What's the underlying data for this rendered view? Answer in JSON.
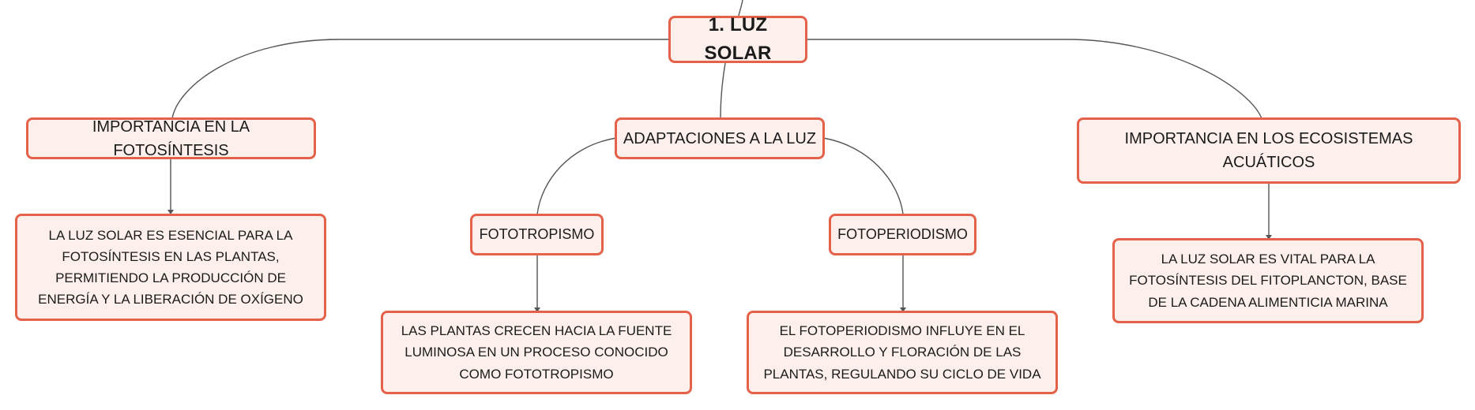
{
  "root": {
    "label": "1. LUZ SOLAR"
  },
  "branches": [
    {
      "label": "IMPORTANCIA EN LA FOTOSÍNTESIS",
      "detail": "LA LUZ SOLAR ES ESENCIAL PARA LA FOTOSÍNTESIS EN LAS PLANTAS, PERMITIENDO LA PRODUCCIÓN DE ENERGÍA Y LA LIBERACIÓN DE OXÍGENO"
    },
    {
      "label": "ADAPTACIONES A LA LUZ",
      "children": [
        {
          "label": "FOTOTROPISMO",
          "detail": "LAS PLANTAS CRECEN HACIA LA FUENTE LUMINOSA EN UN PROCESO CONOCIDO COMO FOTOTROPISMO"
        },
        {
          "label": "FOTOPERIODISMO",
          "detail": "EL FOTOPERIODISMO INFLUYE EN EL DESARROLLO Y FLORACIÓN DE LAS PLANTAS, REGULANDO SU CICLO DE VIDA"
        }
      ]
    },
    {
      "label": "IMPORTANCIA EN LOS ECOSISTEMAS ACUÁTICOS",
      "detail": "LA LUZ SOLAR ES VITAL PARA LA FOTOSÍNTESIS DEL FITOPLANCTON, BASE DE LA CADENA ALIMENTICIA MARINA"
    }
  ],
  "colors": {
    "node_border": "#e4614a",
    "node_fill": "#fdf0ec",
    "connector": "#555555"
  }
}
